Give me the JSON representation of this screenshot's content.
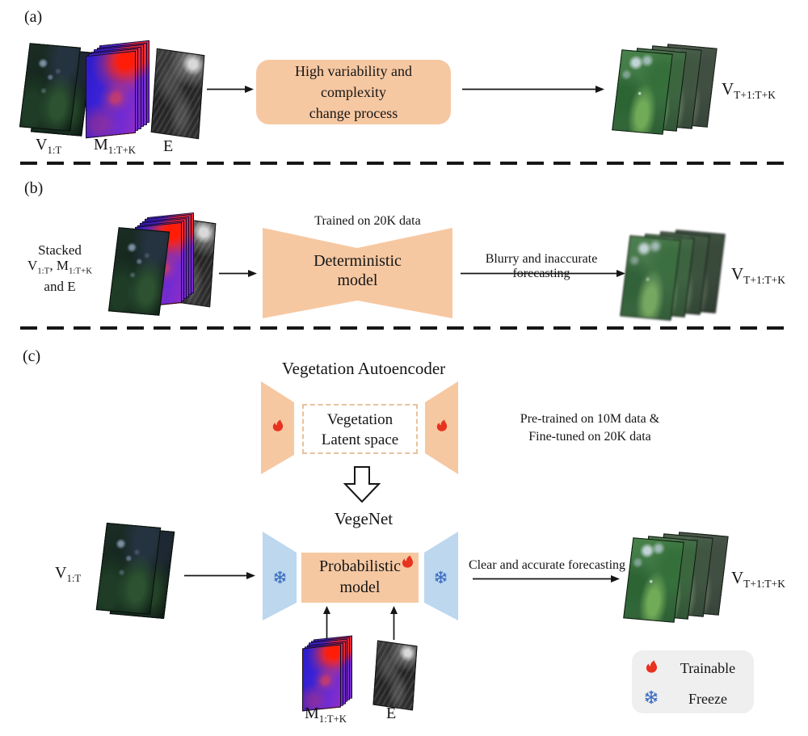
{
  "colors": {
    "peach": "#F6C8A2",
    "peach_dashed_border": "#E7C29E",
    "encoder_blue": "#BDD7EE",
    "flame_red": "#E7331F",
    "snowflake_blue": "#3E6FC1",
    "legend_bg": "#EFEFEF",
    "line": "#161616"
  },
  "icons": {
    "trainable": "flame-icon",
    "freeze": "snowflake-icon",
    "flow": "arrow-icon",
    "transform": "hollow-down-arrow-icon"
  },
  "panel_a": {
    "tag": "(a)",
    "input_labels": [
      {
        "main": "V",
        "sub": "1:T"
      },
      {
        "main": "M",
        "sub": "1:T+K"
      },
      {
        "main": "E",
        "sub": ""
      }
    ],
    "process_lines": [
      "High variability and",
      "complexity",
      "change process"
    ],
    "output_label": {
      "main": "V",
      "sub": "T+1:T+K"
    }
  },
  "panel_b": {
    "tag": "(b)",
    "caption": {
      "line1": "Stacked",
      "v_main": "V",
      "v_sub": "1:T",
      "sep": ", ",
      "m_main": "M",
      "m_sub": "1:T+K",
      "line3": "and E"
    },
    "model_note": "Trained on 20K data",
    "model_lines": [
      "Deterministic",
      "model"
    ],
    "arrow_label": "Blurry and inaccurate forecasting",
    "output_label": {
      "main": "V",
      "sub": "T+1:T+K"
    }
  },
  "panel_c": {
    "tag": "(c)",
    "autoencoder_title": "Vegetation Autoencoder",
    "latent_lines": [
      "Vegetation",
      "Latent space"
    ],
    "pretrain_lines": [
      "Pre-trained on 10M data &",
      "Fine-tuned on 20K data"
    ],
    "vegenet_title": "VegeNet",
    "input_label": {
      "main": "V",
      "sub": "1:T"
    },
    "model_lines": [
      "Probabilistic",
      "model"
    ],
    "arrow_label": "Clear and accurate forecasting",
    "output_label": {
      "main": "V",
      "sub": "T+1:T+K"
    },
    "bottom_labels": [
      {
        "main": "M",
        "sub": "1:T+K"
      },
      {
        "main": "E",
        "sub": ""
      }
    ],
    "legend": {
      "trainable": "Trainable",
      "freeze": "Freeze"
    }
  }
}
